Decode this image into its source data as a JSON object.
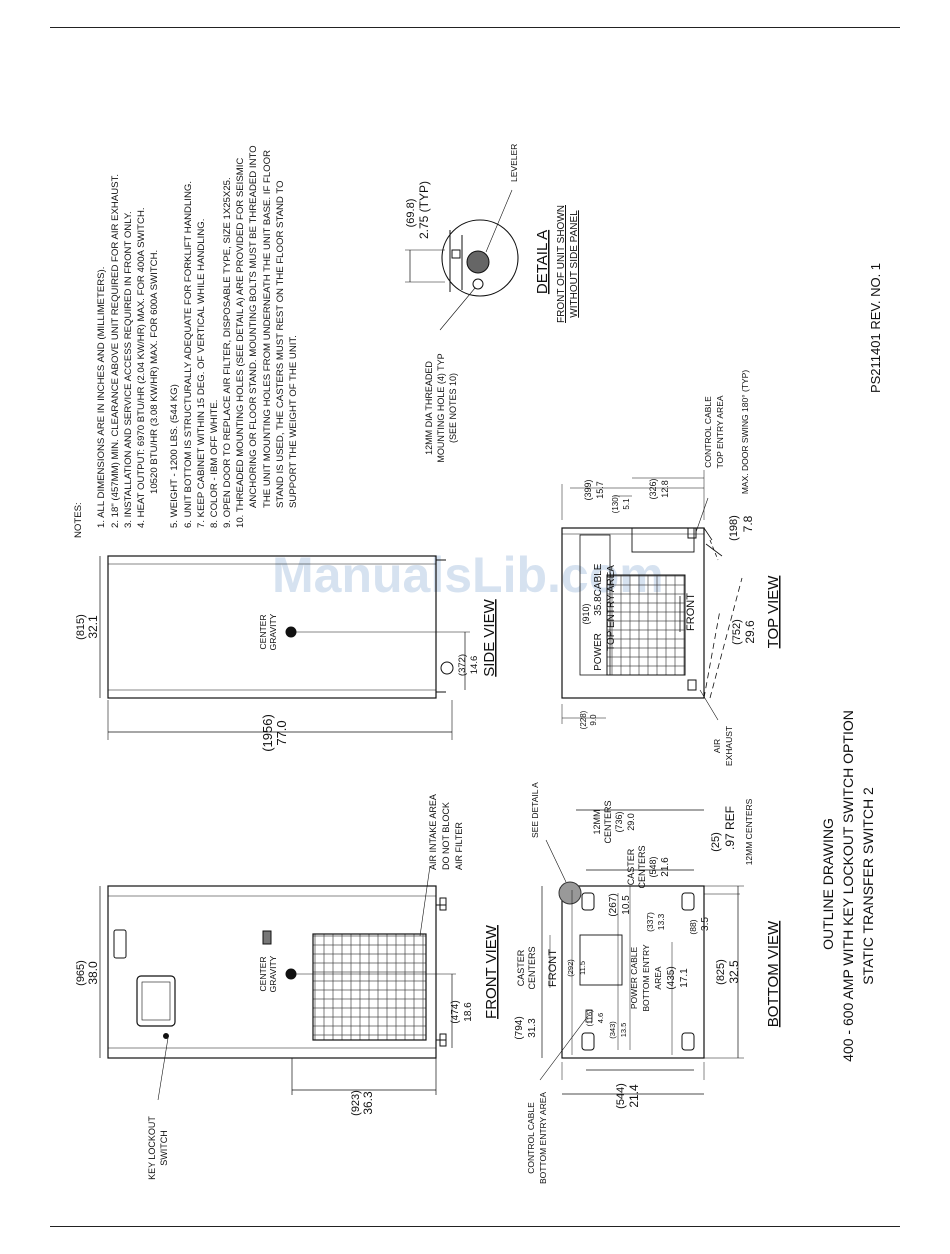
{
  "doc_number": "PS211401 REV. NO. 1",
  "watermark": "ManualsLib.com",
  "title": {
    "line1": "OUTLINE DRAWING",
    "line2": "400 - 600 AMP WITH KEY LOCKOUT SWITCH OPTION",
    "line3": "STATIC TRANSFER SWITCH 2"
  },
  "notes": {
    "header": "NOTES:",
    "lines": [
      "1. ALL DIMENSIONS ARE IN INCHES AND (MILLIMETERS).",
      "2. 18\" (457MM) MIN. CLEARANCE ABOVE UNIT REQUIRED FOR AIR EXHAUST.",
      "3. INSTALLATION AND SERVICE ACCESS REQUIRED IN FRONT ONLY.",
      "4. HEAT OUTPUT: 6970 BTU/HR (2.04 KW/HR) MAX. FOR 400A SWITCH.",
      "10520 BTU/HR (3.08 KW/HR) MAX. FOR 600A SWITCH.",
      "5. WEIGHT - 1200 LBS. (544 KG)",
      "6. UNIT BOTTOM IS STRUCTURALLY ADEQUATE FOR FORKLIFT HANDLING.",
      "7. KEEP CABINET WITHIN 15 DEG. OF VERTICAL WHILE HANDLING.",
      "8. COLOR - IBM OFF WHITE.",
      "9. OPEN DOOR TO REPLACE AIR FILTER, DISPOSABLE TYPE, SIZE 1X25X25.",
      "10. THREADED MOUNTING HOLES (SEE DETAIL A) ARE PROVIDED FOR SEISMIC",
      "ANCHORING OR FLOOR STAND. MOUNTING BOLTS MUST BE THREADED INTO",
      "THE UNIT MOUNTING HOLES FROM UNDERNEATH THE UNIT BASE. IF FLOOR",
      "STAND IS USED, THE CASTERS MUST REST ON THE FLOOR STAND TO",
      "SUPPORT THE WEIGHT OF THE UNIT."
    ]
  },
  "detail_a": {
    "label": "DETAIL A",
    "sub1": "FRONT OF UNIT SHOWN",
    "sub2": "WITHOUT SIDE PANEL",
    "dim_mm": "(69.8)",
    "dim_in": "2.75  (TYP)",
    "leveler": "LEVELER",
    "hole1": "12MM DIA THREADED",
    "hole2": "MOUNTING HOLE (4) TYP",
    "hole3": "(SEE NOTES 10)"
  },
  "front_view": {
    "label": "FRONT VIEW",
    "width_mm": "(965)",
    "width_in": "38.0",
    "height_mm": "(923)",
    "height_in": "36.3",
    "cg_mm": "(474)",
    "cg_in": "18.6",
    "center1": "CENTER",
    "center2": "GRAVITY",
    "air1": "AIR INTAKE AREA",
    "air2": "DO NOT BLOCK",
    "air3": "AIR FILTER",
    "key1": "KEY LOCKOUT",
    "key2": "SWITCH"
  },
  "side_view": {
    "label": "SIDE VIEW",
    "depth_mm": "(815)",
    "depth_in": "32.1",
    "height_mm": "(1956)",
    "height_in": "77.0",
    "cg_mm": "(372)",
    "cg_in": "14.6",
    "center1": "CENTER",
    "center2": "GRAVITY"
  },
  "bottom_view": {
    "label": "BOTTOM VIEW",
    "see_detail": "SEE DETAIL A",
    "front": "FRONT",
    "caster1": "CASTER",
    "caster2": "CENTERS",
    "d794": "(794)",
    "d313": "31.3",
    "d292": "(292)",
    "d115": "11.5",
    "d116": "(116)",
    "d46": "4.6",
    "d343": "(343)",
    "d135": "13.5",
    "d267": "(267)",
    "d105": "10.5",
    "d337": "(337)",
    "d133": "13.3",
    "d88": "(88)",
    "d35": "3.5",
    "d435": "(435)",
    "d171": "17.1",
    "pc1": "POWER CABLE",
    "pc2": "BOTTOM ENTRY",
    "pc3": "AREA",
    "mm12a": "12MM",
    "mm12b": "CENTERS",
    "d736": "(736)",
    "d290": "29.0",
    "cc1": "CASTER",
    "cc2": "CENTERS",
    "d548": "(548)",
    "d216": "21.6",
    "d25": "(25)",
    "d97": ".97  REF",
    "mm12c": "12MM CENTERS",
    "d825": "(825)",
    "d325": "32.5",
    "d544": "(544)",
    "d214": "21.4",
    "ctl1": "CONTROL CABLE",
    "ctl2": "BOTTOM ENTRY AREA"
  },
  "top_view": {
    "label": "TOP VIEW",
    "d399": "(399)",
    "d157": "15.7",
    "d130": "(130)",
    "d51": "5.1",
    "d326": "(326)",
    "d128": "12.8",
    "d910": "(910)",
    "d358": "35.8",
    "power": "POWER",
    "cable": "CABLE",
    "top_entry": "TOP ENTRY AREA",
    "front": "FRONT",
    "d228": "(228)",
    "d90": "9.0",
    "d198": "(198)",
    "d78": "7.8",
    "d752": "(752)",
    "d296": "29.6",
    "swing": "MAX. DOOR SWING 180° (TYP)",
    "ctl1": "CONTROL CABLE",
    "ctl2": "TOP ENTRY AREA",
    "air1": "AIR",
    "air2": "EXHAUST"
  }
}
